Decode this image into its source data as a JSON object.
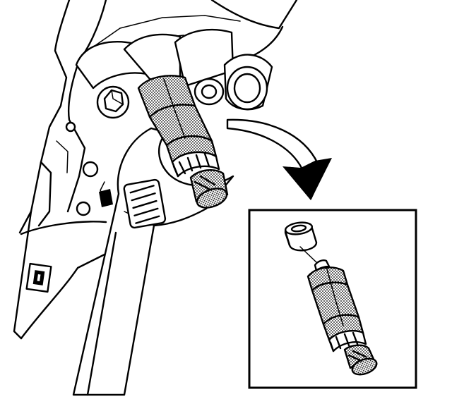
{
  "figure": {
    "kind": "line-art service illustration",
    "palette": {
      "ink": "#000000",
      "paper": "#ffffff",
      "stipple": "#9a9a9a"
    },
    "parts": {
      "engine_housing": "housing-outline",
      "sensor": "sensor-in-housing",
      "wrench": "open-end-wrench",
      "callout_arrow": "curved-callout-arrow",
      "inset_detail": "inset-box-sensor-with-seal"
    }
  }
}
